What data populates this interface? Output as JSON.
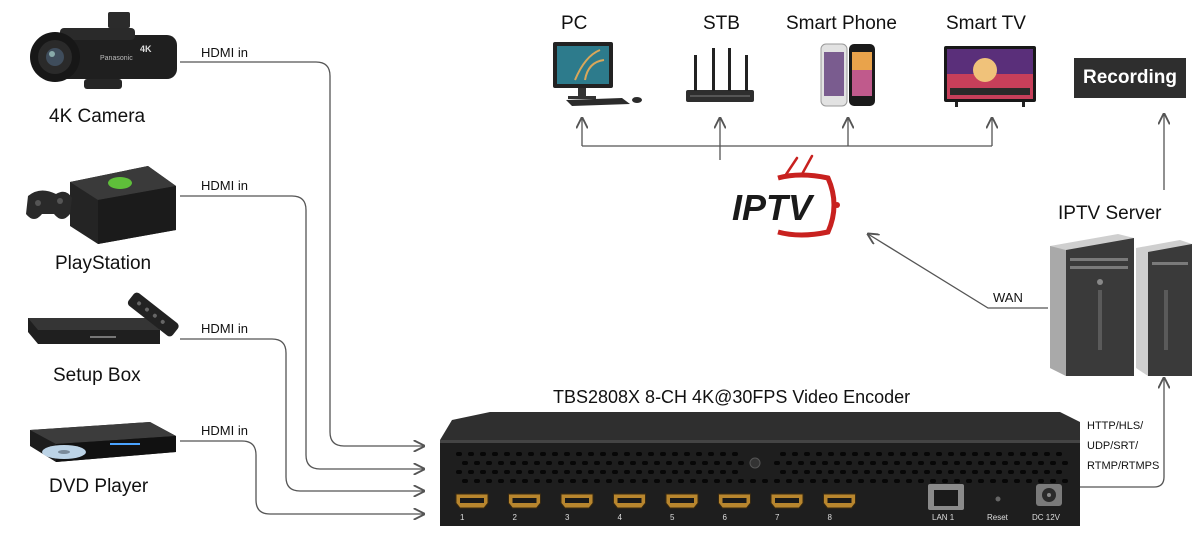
{
  "sources": [
    {
      "name": "4K Camera",
      "link": "HDMI in",
      "icon": "camera-icon"
    },
    {
      "name": "PlayStation",
      "link": "HDMI in",
      "icon": "game-console-icon"
    },
    {
      "name": "Setup Box",
      "link": "HDMI in",
      "icon": "set-top-box-icon"
    },
    {
      "name": "DVD Player",
      "link": "HDMI in",
      "icon": "dvd-player-icon"
    }
  ],
  "devices": [
    {
      "name": "PC",
      "icon": "pc-icon"
    },
    {
      "name": "STB",
      "icon": "router-icon"
    },
    {
      "name": "Smart Phone",
      "icon": "smartphone-icon"
    },
    {
      "name": "Smart TV",
      "icon": "smart-tv-icon"
    }
  ],
  "recording": "Recording",
  "iptv_logo": {
    "text": "IPTV",
    "colors": {
      "text": "#1a1a1a",
      "accent": "#c8211f"
    }
  },
  "server": {
    "label": "IPTV Server",
    "link": "WAN"
  },
  "encoder": {
    "title": "TBS2808X 8-CH 4K@30FPS Video Encoder",
    "ports": [
      "1",
      "2",
      "3",
      "4",
      "5",
      "6",
      "7",
      "8"
    ],
    "lan": "LAN 1",
    "reset": "Reset",
    "power": "DC 12V"
  },
  "protocols": [
    "HTTP/HLS/",
    "UDP/SRT/",
    "RTMP/RTMPS"
  ],
  "colors": {
    "line": "#555555",
    "chassis": "#1e1e1e",
    "recording_bg": "#2e2e2e"
  }
}
